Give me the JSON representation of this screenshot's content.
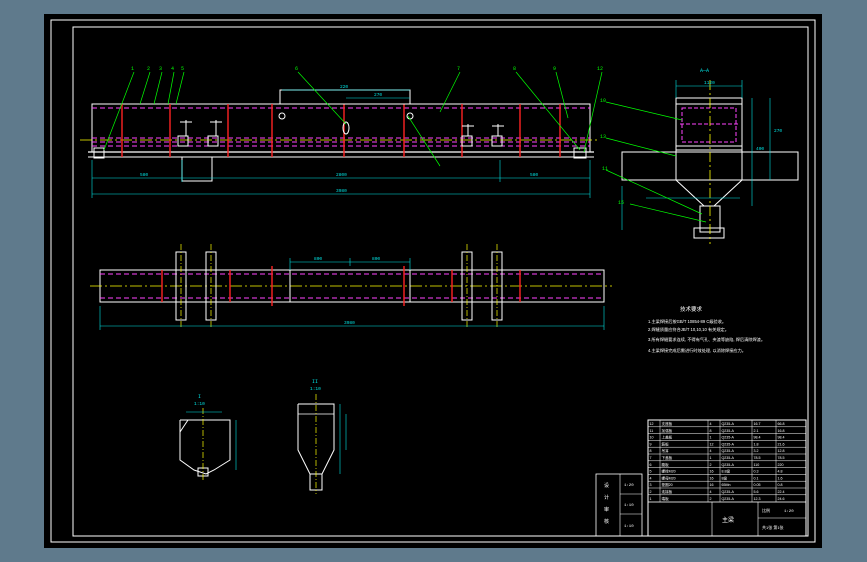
{
  "sheet": {
    "background_color": "#5f7a8c",
    "paper_color": "#000000",
    "frame_color": "#ffffff"
  },
  "colors": {
    "part_lines": "#ffffff",
    "dimension_lines": "#00e5e5",
    "center_lines": "#ffff00",
    "hidden_lines": "#ff44ff",
    "leader_lines": "#00ff00",
    "section_lines": "#ff2222",
    "table_lines": "#ffffff"
  },
  "front_view": {
    "balloons": [
      "1",
      "2",
      "3",
      "4",
      "5",
      "6",
      "7",
      "8",
      "9",
      "12"
    ],
    "dimensions": [
      "580",
      "2800",
      "580",
      "3980",
      "220",
      "270"
    ]
  },
  "side_view": {
    "title": "A—A",
    "balloons": [
      "10",
      "11",
      "13",
      "15"
    ],
    "dimensions": [
      "1120",
      "400",
      "270"
    ]
  },
  "plan_view": {
    "dimensions": [
      "800",
      "800",
      "3980"
    ]
  },
  "detail_views": [
    {
      "title": "I",
      "scale": "1:10"
    },
    {
      "title": "II",
      "scale": "1:10"
    }
  ],
  "notes": {
    "title": "技术要求",
    "lines": [
      "1.主梁焊接后按GB/T 10854-89 C级验收。",
      "2.焊缝质量应符合JB/T 10,10,10 有关规定。",
      "3.所有焊缝要求连续, 不得有气孔、夹渣等缺陷, 焊后清除焊渣。",
      "4.主梁焊接完成后需进行时效处理, 以消除焊接应力。"
    ]
  },
  "parts_table": {
    "rows": [
      [
        "12",
        "支座板",
        "4",
        "Q235-A",
        "16.7",
        "66.8"
      ],
      [
        "11",
        "加强板",
        "8",
        "Q235-A",
        "2.1",
        "16.8"
      ],
      [
        "10",
        "上盖板",
        "1",
        "Q235-A",
        "98.4",
        "98.4"
      ],
      [
        "9",
        "筋板",
        "12",
        "Q235-A",
        "1.8",
        "21.6"
      ],
      [
        "8",
        "吊耳",
        "4",
        "Q235-A",
        "3.2",
        "12.8"
      ],
      [
        "7",
        "下盖板",
        "1",
        "Q235-A",
        "78.5",
        "78.5"
      ],
      [
        "6",
        "腹板",
        "2",
        "Q235-A",
        "110",
        "220"
      ],
      [
        "5",
        "螺栓M20",
        "16",
        "8.8级",
        "0.3",
        "4.8"
      ],
      [
        "4",
        "螺母M20",
        "16",
        "8级",
        "0.1",
        "1.6"
      ],
      [
        "3",
        "垫圈20",
        "16",
        "65Mn",
        "0.05",
        "0.8"
      ],
      [
        "2",
        "连接板",
        "4",
        "Q235-A",
        "5.6",
        "22.4"
      ],
      [
        "1",
        "端板",
        "2",
        "Q235-A",
        "12.3",
        "24.6"
      ]
    ],
    "title_block": {
      "drawing_name": "主梁",
      "scale_label": "比例",
      "scale": "1:20",
      "sheet_label": "共1张 第1张"
    }
  },
  "revision_block": {
    "labels": [
      "设",
      "计",
      "审",
      "核"
    ],
    "scales": [
      "1:20",
      "1:10",
      "1:10"
    ]
  }
}
